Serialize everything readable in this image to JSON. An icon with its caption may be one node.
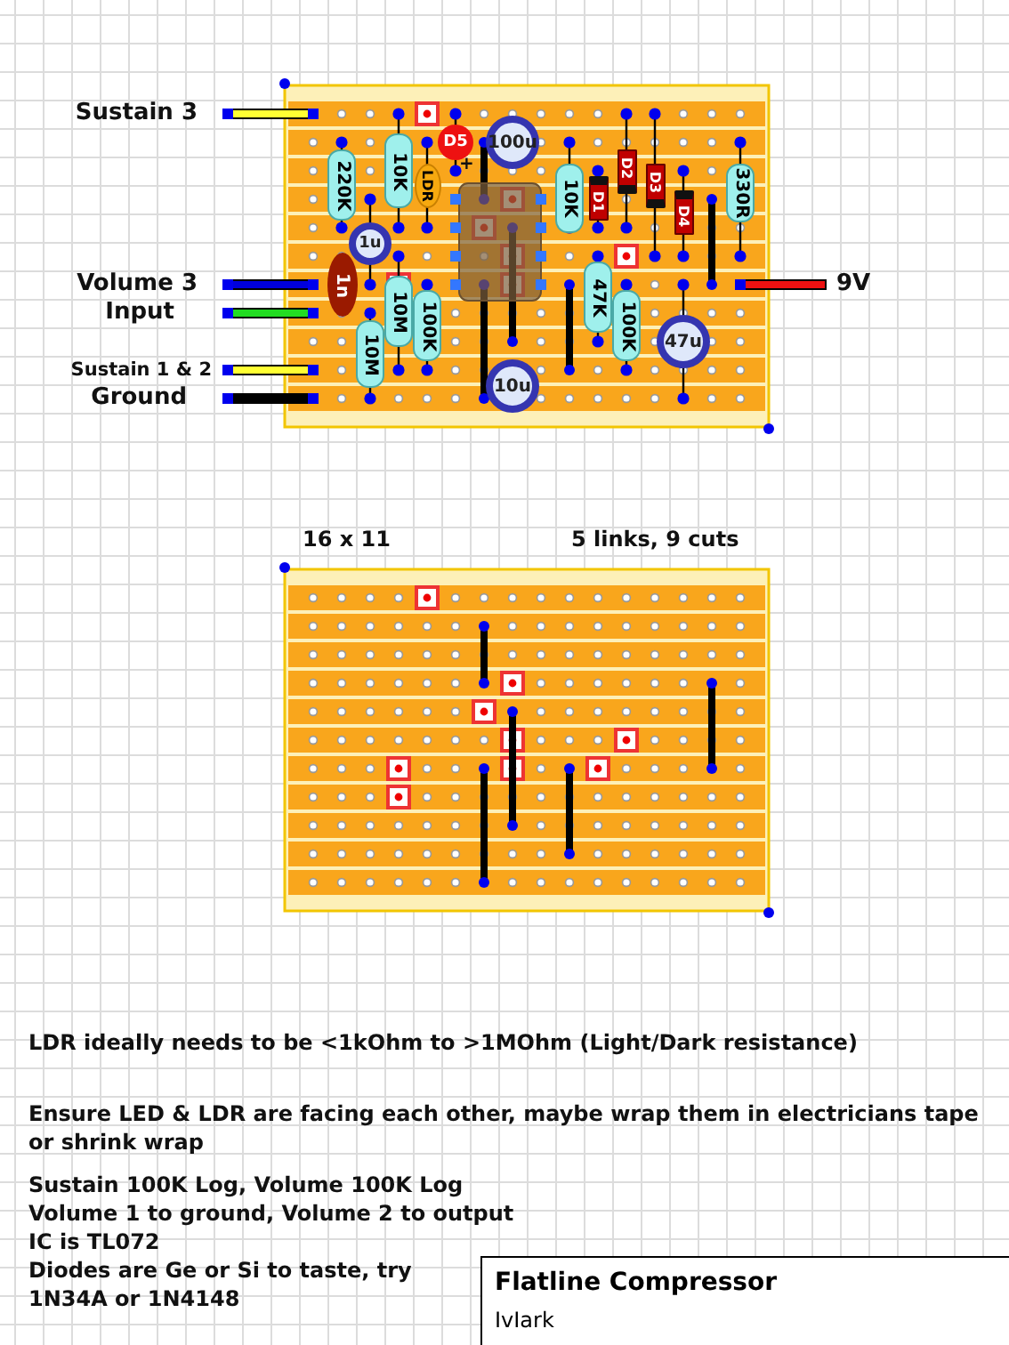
{
  "diagram": {
    "nodes": [
      {
        "text": [
          "220K"
        ]
      },
      {
        "text": [
          "10K"
        ]
      },
      {
        "text": [
          "LDR"
        ]
      },
      {
        "text": [
          "D5"
        ],
        "beside": [
          "+"
        ]
      },
      {
        "text": [
          "100u"
        ]
      },
      {
        "text": [
          "1u"
        ]
      },
      {
        "text": [
          "1n"
        ]
      },
      {
        "text": [
          "10M"
        ]
      },
      {
        "text": [
          "100K"
        ]
      },
      {
        "text": [
          "10M"
        ]
      },
      {
        "text": [
          "10u"
        ]
      },
      {
        "text": [
          "10K"
        ]
      },
      {
        "text": [
          "D1"
        ]
      },
      {
        "text": [
          "D2"
        ]
      },
      {
        "text": [
          "D3"
        ]
      },
      {
        "text": [
          "D4"
        ]
      },
      {
        "text": [
          "330R"
        ]
      },
      {
        "text": [
          "47K"
        ]
      },
      {
        "text": [
          "100K"
        ]
      },
      {
        "text": [
          "47u"
        ]
      },
      {
        "text": [
          "Flatline Compressor",
          "IvIark"
        ]
      }
    ],
    "labels": [
      "Sustain 3",
      "Volume 3",
      "Input",
      "Sustain 1 & 2",
      "Ground",
      "9V",
      "16 x 11",
      "5 links, 9 cuts",
      "LDR ideally needs to be <1kOhm to >1MOhm (Light/Dark resistance)",
      "Ensure LED & LDR are facing each other, maybe wrap them in electricians tape or shrink wrap",
      "Sustain 100K Log, Volume 100K Log",
      "Volume 1 to ground, Volume 2 to output",
      "IC is TL072",
      "Diodes are Ge or Si to taste, try 1N34A or 1N4148"
    ]
  }
}
